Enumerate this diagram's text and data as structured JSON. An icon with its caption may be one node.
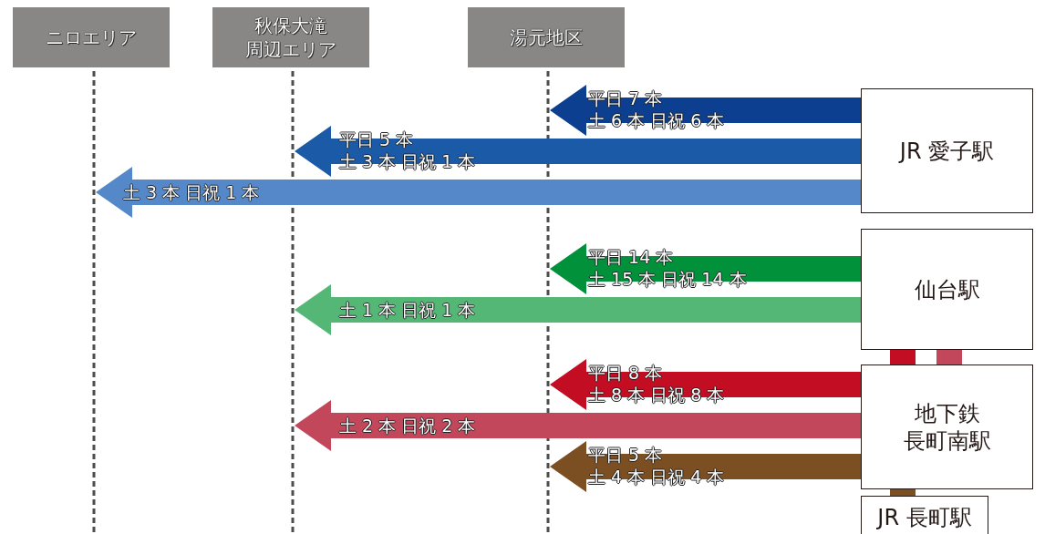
{
  "diagram": {
    "nodes": [
      {
        "text": [
          "ニロエリア"
        ]
      },
      {
        "text": [
          "秋保大滝周辺エリア"
        ]
      },
      {
        "text": [
          "湯元地区"
        ]
      },
      {
        "text": [
          "JR 愛子駅"
        ]
      },
      {
        "text": [
          "仙台駅"
        ]
      },
      {
        "text": [
          "地下鉄長町南駅"
        ]
      },
      {
        "text": [
          "JR 長町駅"
        ]
      },
      {
        "text": [],
        "shape": "line"
      },
      {
        "text": [],
        "shape": "line"
      },
      {
        "text": [],
        "shape": "line"
      }
    ],
    "edges": [
      {
        "from": 3,
        "to": 9,
        "arrow": "to",
        "color": "#0c3f8f",
        "label": "平日 7 本土 6 本 日祝 6 本"
      },
      {
        "from": 3,
        "to": 8,
        "arrow": "to",
        "color": "#1b5aa6",
        "label": "平日 5 本土 3 本 日祝 1 本"
      },
      {
        "from": 3,
        "to": 7,
        "arrow": "to",
        "color": "#5588c8",
        "label": "土 3 本 日祝 1 本"
      },
      {
        "from": 4,
        "to": 9,
        "arrow": "to",
        "color": "#00913a",
        "label": "平日 14 本土 15 本 日祝 14 本"
      },
      {
        "from": 4,
        "to": 8,
        "arrow": "to",
        "color": "#55b776",
        "label": "土 1 本 日祝 1 本"
      },
      {
        "from": 5,
        "to": 9,
        "arrow": "to",
        "color": "#c30d23",
        "label": "平日 8 本土 8 本 日祝 8 本"
      },
      {
        "from": 5,
        "to": 8,
        "arrow": "to",
        "color": "#c3475a",
        "label": "土 2 本 日祝 2 本"
      },
      {
        "from": 5,
        "to": 9,
        "arrow": "to",
        "color": "#7b4f22",
        "label": "平日 5 本土 4 本 日祝 4 本"
      },
      {
        "from": 4,
        "to": 5,
        "arrow": "none",
        "color": "#c30d23"
      },
      {
        "from": 4,
        "to": 5,
        "arrow": "none",
        "color": "#c3475a"
      },
      {
        "from": 6,
        "to": 5,
        "arrow": "none",
        "color": "#7b4f22"
      }
    ]
  }
}
